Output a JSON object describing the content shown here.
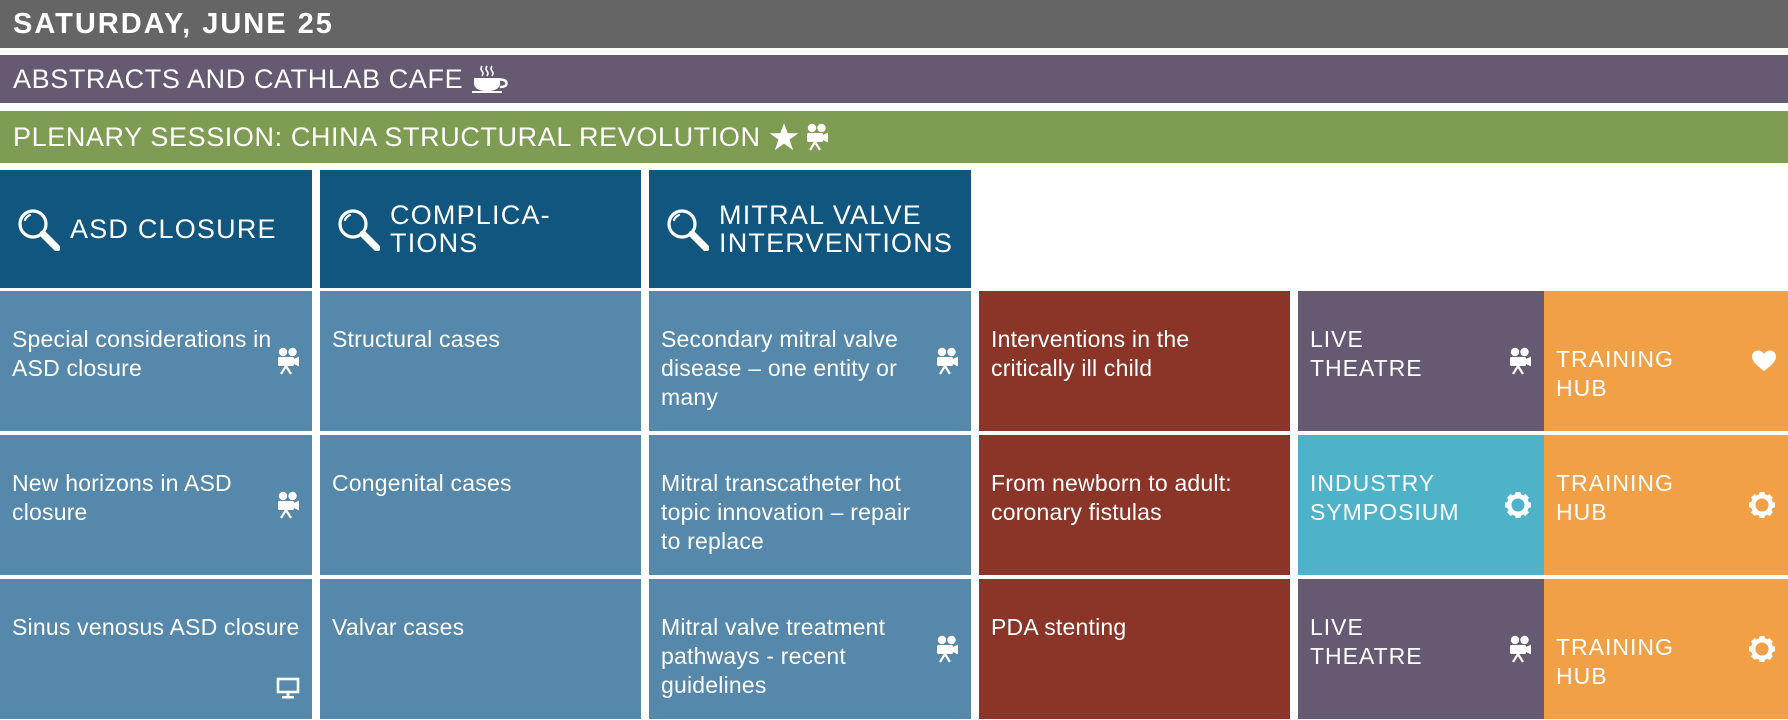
{
  "header": {
    "date": "SATURDAY, JUNE 25",
    "abstracts": "ABSTRACTS AND CATHLAB CAFE",
    "plenary": "PLENARY SESSION: CHINA STRUCTURAL REVOLUTION"
  },
  "columns": [
    {
      "title_line1": "ASD CLOSURE",
      "title_line2": ""
    },
    {
      "title_line1": "COMPLICA-",
      "title_line2": "TIONS"
    },
    {
      "title_line1": "MITRAL VALVE",
      "title_line2": "INTERVENTIONS"
    }
  ],
  "rows": [
    {
      "asd": {
        "text": "Special considerations in ASD closure",
        "icon": "video-camera-icon"
      },
      "complications": {
        "text": "Structural cases"
      },
      "mitral": {
        "text": "Secondary mitral valve disease – one entity or many",
        "icon": "video-camera-icon"
      },
      "pediatric": {
        "text": "Interventions in the critically ill child"
      },
      "venue": {
        "line1": "LIVE",
        "line2": "THEATRE",
        "icon": "video-camera-icon"
      },
      "training": {
        "line1": "TRAINING",
        "line2": "HUB",
        "icon": "heart-icon"
      }
    },
    {
      "asd": {
        "text": "New horizons in ASD closure",
        "icon": "video-camera-icon"
      },
      "complications": {
        "text": "Congenital cases"
      },
      "mitral": {
        "text": "Mitral transcatheter hot topic innovation – repair to replace"
      },
      "pediatric": {
        "text": "From newborn to adult: coronary fistulas"
      },
      "venue": {
        "line1": "INDUSTRY",
        "line2": "SYMPOSIUM",
        "icon": "gear-icon"
      },
      "training": {
        "line1": "TRAINING",
        "line2": "HUB",
        "icon": "gear-icon"
      }
    },
    {
      "asd": {
        "text": "Sinus venosus ASD closure",
        "icon": "monitor-icon"
      },
      "complications": {
        "text": "Valvar cases"
      },
      "mitral": {
        "text": "Mitral valve treatment pathways - recent guidelines",
        "icon": "video-camera-icon"
      },
      "pediatric": {
        "text": "PDA stenting"
      },
      "venue": {
        "line1": "LIVE",
        "line2": "THEATRE",
        "icon": "video-camera-icon"
      },
      "training": {
        "line1": "TRAINING",
        "line2": "HUB",
        "icon": "gear-icon"
      }
    }
  ],
  "colors": {
    "date_bar": "#656566",
    "abstracts_bar": "#655a72",
    "plenary_bar": "#7f9c53",
    "column_header": "#11567f",
    "session_blue": "#5588aa",
    "session_red": "#8a3527",
    "live_theatre": "#655a72",
    "industry_symposium": "#4eb2c8",
    "training_hub": "#f1a046"
  }
}
